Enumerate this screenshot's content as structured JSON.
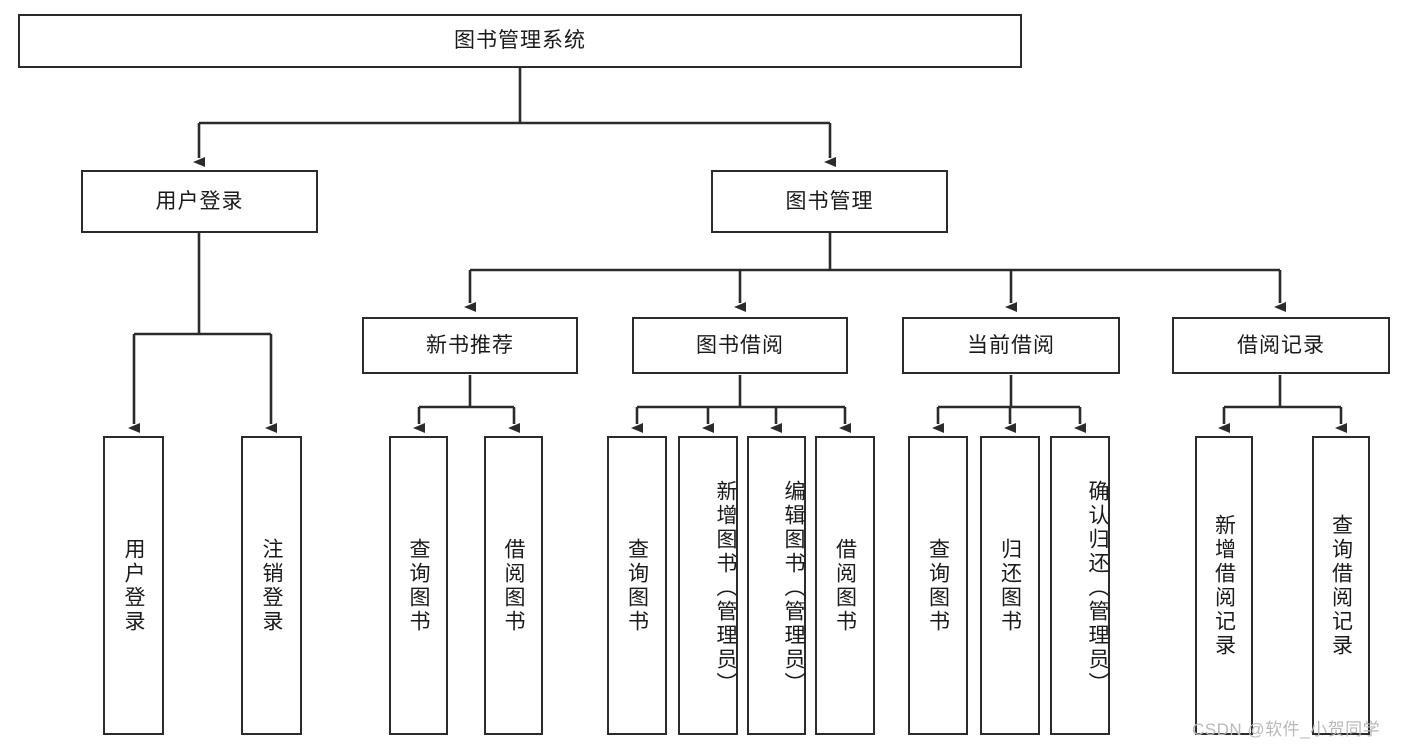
{
  "diagram": {
    "title": "图书管理系统",
    "type": "hierarchy-tree",
    "root": {
      "label": "图书管理系统"
    },
    "level2": [
      {
        "label": "用户登录"
      },
      {
        "label": "图书管理"
      }
    ],
    "level3": [
      {
        "label": "新书推荐"
      },
      {
        "label": "图书借阅"
      },
      {
        "label": "当前借阅"
      },
      {
        "label": "借阅记录"
      }
    ],
    "leaves": [
      {
        "label": "用户登录",
        "parent": "用户登录"
      },
      {
        "label": "注销登录",
        "parent": "用户登录"
      },
      {
        "label": "查询图书",
        "parent": "新书推荐"
      },
      {
        "label": "借阅图书",
        "parent": "新书推荐"
      },
      {
        "label": "查询图书",
        "parent": "图书借阅"
      },
      {
        "label": "新增图书（管理员）",
        "parent": "图书借阅"
      },
      {
        "label": "编辑图书（管理员）",
        "parent": "图书借阅"
      },
      {
        "label": "借阅图书",
        "parent": "图书借阅"
      },
      {
        "label": "查询图书",
        "parent": "当前借阅"
      },
      {
        "label": "归还图书",
        "parent": "当前借阅"
      },
      {
        "label": "确认归还（管理员）",
        "parent": "当前借阅"
      },
      {
        "label": "新增借阅记录",
        "parent": "借阅记录"
      },
      {
        "label": "查询借阅记录",
        "parent": "借阅记录"
      }
    ],
    "watermark": "CSDN @软件_小贺同学",
    "colors": {
      "stroke": "#2b2b2b",
      "fill": "#ffffff",
      "text": "#1a1a1a",
      "watermark": "#b9b9b9"
    }
  }
}
